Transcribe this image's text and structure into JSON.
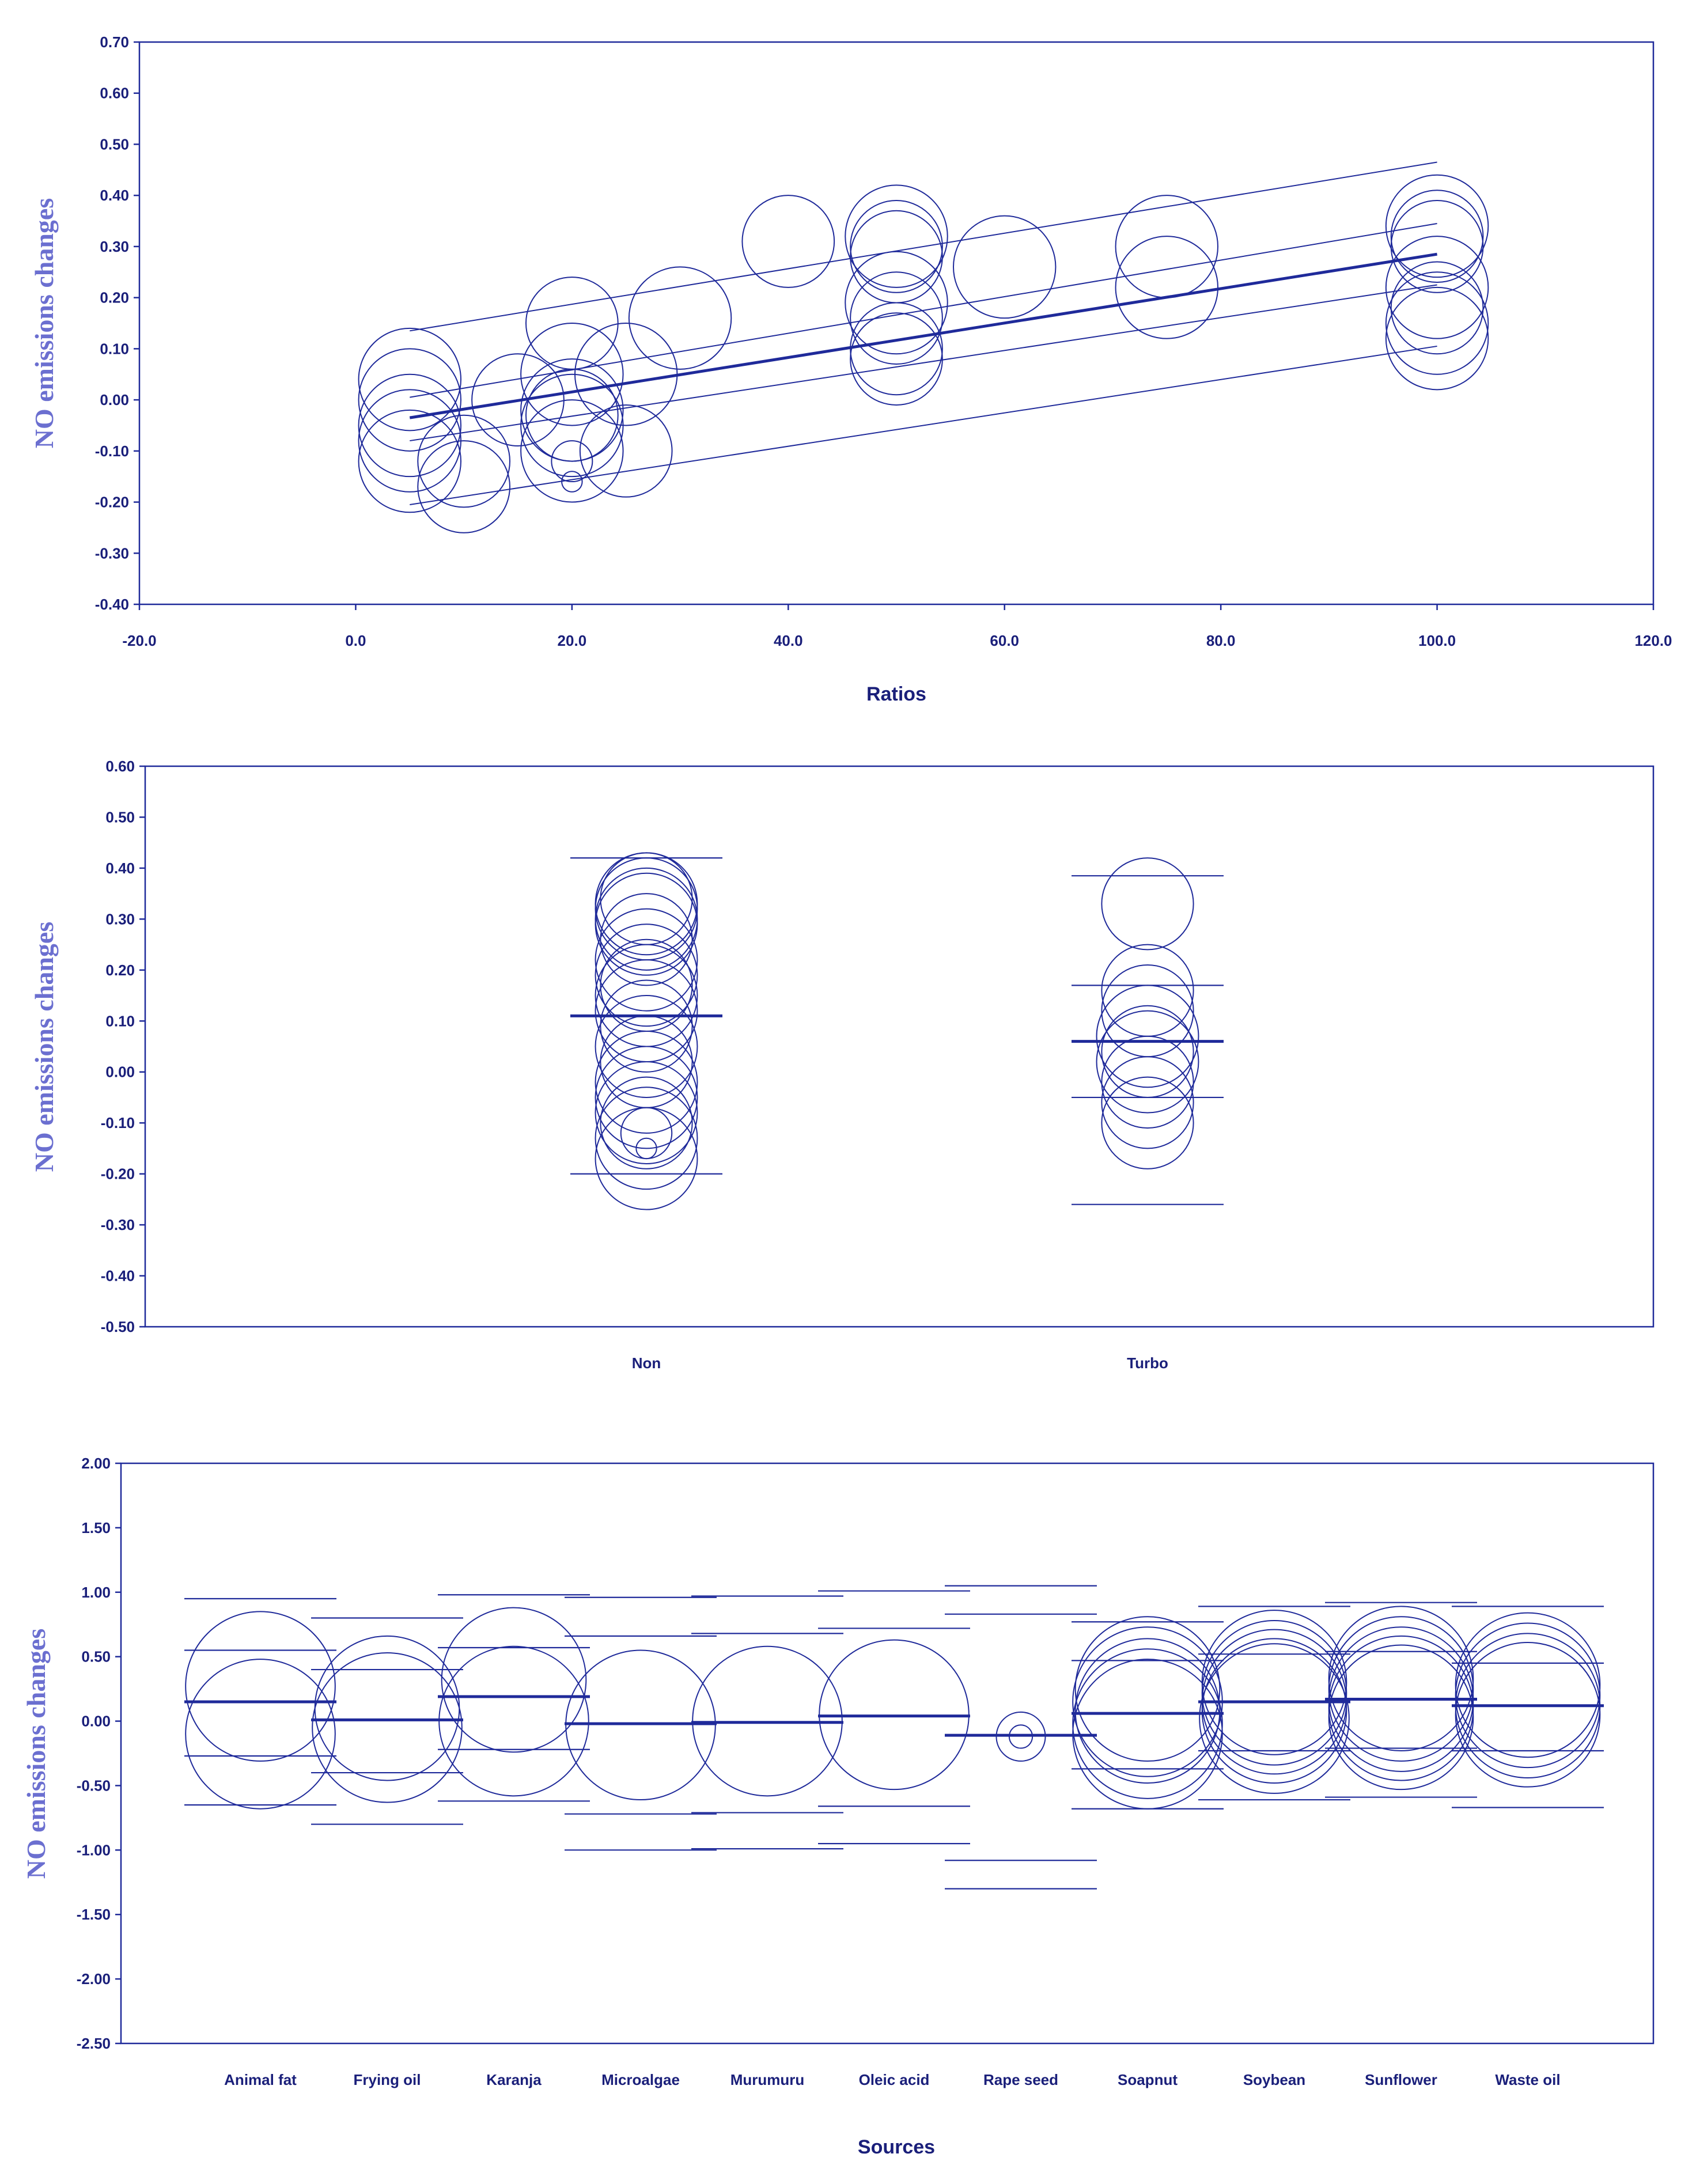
{
  "colors": {
    "stroke": "#1f2a9a",
    "text": "#1a1f7a",
    "ytitle": "#6b6fd0",
    "background": "#ffffff"
  },
  "chart_data": [
    {
      "type": "scatter",
      "ylabel": "NO emissions changes",
      "xlabel": "Ratios",
      "xlim": [
        -20,
        120
      ],
      "ylim": [
        -0.4,
        0.7
      ],
      "x_ticks": [
        "-20.0",
        "0.0",
        "20.0",
        "40.0",
        "60.0",
        "80.0",
        "100.0",
        "120.0"
      ],
      "y_ticks": [
        "0.70",
        "0.60",
        "0.50",
        "0.40",
        "0.30",
        "0.20",
        "0.10",
        "0.00",
        "-0.10",
        "-0.20",
        "-0.30",
        "-0.40"
      ],
      "bubbles": [
        {
          "x": 5,
          "y": 0.04,
          "r": 0.1
        },
        {
          "x": 5,
          "y": 0.0,
          "r": 0.1
        },
        {
          "x": 5,
          "y": -0.05,
          "r": 0.1
        },
        {
          "x": 5,
          "y": -0.08,
          "r": 0.1
        },
        {
          "x": 5,
          "y": -0.12,
          "r": 0.1
        },
        {
          "x": 10,
          "y": -0.17,
          "r": 0.09
        },
        {
          "x": 10,
          "y": -0.12,
          "r": 0.09
        },
        {
          "x": 15,
          "y": 0.0,
          "r": 0.09
        },
        {
          "x": 20,
          "y": 0.15,
          "r": 0.09
        },
        {
          "x": 20,
          "y": 0.05,
          "r": 0.1
        },
        {
          "x": 20,
          "y": -0.02,
          "r": 0.1
        },
        {
          "x": 20,
          "y": -0.03,
          "r": 0.09
        },
        {
          "x": 20,
          "y": -0.05,
          "r": 0.1
        },
        {
          "x": 20,
          "y": -0.1,
          "r": 0.1
        },
        {
          "x": 20,
          "y": -0.12,
          "r": 0.04
        },
        {
          "x": 20,
          "y": -0.16,
          "r": 0.02
        },
        {
          "x": 25,
          "y": 0.05,
          "r": 0.1
        },
        {
          "x": 25,
          "y": -0.1,
          "r": 0.09
        },
        {
          "x": 30,
          "y": 0.16,
          "r": 0.1
        },
        {
          "x": 40,
          "y": 0.31,
          "r": 0.09
        },
        {
          "x": 50,
          "y": 0.32,
          "r": 0.1
        },
        {
          "x": 50,
          "y": 0.3,
          "r": 0.09
        },
        {
          "x": 50,
          "y": 0.28,
          "r": 0.09
        },
        {
          "x": 50,
          "y": 0.19,
          "r": 0.1
        },
        {
          "x": 50,
          "y": 0.16,
          "r": 0.09
        },
        {
          "x": 50,
          "y": 0.1,
          "r": 0.09
        },
        {
          "x": 50,
          "y": 0.08,
          "r": 0.09
        },
        {
          "x": 60,
          "y": 0.26,
          "r": 0.1
        },
        {
          "x": 75,
          "y": 0.3,
          "r": 0.1
        },
        {
          "x": 75,
          "y": 0.22,
          "r": 0.1
        },
        {
          "x": 100,
          "y": 0.34,
          "r": 0.1
        },
        {
          "x": 100,
          "y": 0.32,
          "r": 0.09
        },
        {
          "x": 100,
          "y": 0.3,
          "r": 0.09
        },
        {
          "x": 100,
          "y": 0.22,
          "r": 0.1
        },
        {
          "x": 100,
          "y": 0.18,
          "r": 0.09
        },
        {
          "x": 100,
          "y": 0.15,
          "r": 0.1
        },
        {
          "x": 100,
          "y": 0.12,
          "r": 0.1
        }
      ],
      "lines": [
        {
          "name": "fit",
          "x": [
            5,
            100
          ],
          "y": [
            -0.035,
            0.285
          ],
          "bold": true
        },
        {
          "x": [
            5,
            100
          ],
          "y": [
            0.135,
            0.465
          ],
          "bold": false
        },
        {
          "x": [
            5,
            100
          ],
          "y": [
            -0.205,
            0.105
          ],
          "bold": false
        },
        {
          "x": [
            5,
            100
          ],
          "y": [
            0.005,
            0.345
          ],
          "bold": false
        },
        {
          "x": [
            5,
            100
          ],
          "y": [
            -0.08,
            0.225
          ],
          "bold": false
        }
      ]
    },
    {
      "type": "scatter",
      "ylabel": "NO emissions changes",
      "xlabel": "",
      "ylim": [
        -0.5,
        0.6
      ],
      "categories": [
        "Non",
        "Turbo"
      ],
      "y_ticks": [
        "0.60",
        "0.50",
        "0.40",
        "0.30",
        "0.20",
        "0.10",
        "0.00",
        "-0.10",
        "-0.20",
        "-0.30",
        "-0.40",
        "-0.50"
      ],
      "bubbles": [
        {
          "cat": 0,
          "y": 0.34,
          "r": 0.09
        },
        {
          "cat": 0,
          "y": 0.33,
          "r": 0.1
        },
        {
          "cat": 0,
          "y": 0.32,
          "r": 0.1
        },
        {
          "cat": 0,
          "y": 0.3,
          "r": 0.1
        },
        {
          "cat": 0,
          "y": 0.29,
          "r": 0.1
        },
        {
          "cat": 0,
          "y": 0.26,
          "r": 0.09
        },
        {
          "cat": 0,
          "y": 0.22,
          "r": 0.1
        },
        {
          "cat": 0,
          "y": 0.19,
          "r": 0.1
        },
        {
          "cat": 0,
          "y": 0.17,
          "r": 0.09
        },
        {
          "cat": 0,
          "y": 0.15,
          "r": 0.1
        },
        {
          "cat": 0,
          "y": 0.12,
          "r": 0.1
        },
        {
          "cat": 0,
          "y": 0.09,
          "r": 0.09
        },
        {
          "cat": 0,
          "y": 0.05,
          "r": 0.1
        },
        {
          "cat": 0,
          "y": 0.02,
          "r": 0.09
        },
        {
          "cat": 0,
          "y": -0.02,
          "r": 0.1
        },
        {
          "cat": 0,
          "y": -0.05,
          "r": 0.1
        },
        {
          "cat": 0,
          "y": -0.08,
          "r": 0.1
        },
        {
          "cat": 0,
          "y": -0.1,
          "r": 0.09
        },
        {
          "cat": 0,
          "y": -0.13,
          "r": 0.1
        },
        {
          "cat": 0,
          "y": -0.17,
          "r": 0.1
        },
        {
          "cat": 0,
          "y": -0.12,
          "r": 0.05
        },
        {
          "cat": 0,
          "y": -0.15,
          "r": 0.02
        },
        {
          "cat": 1,
          "y": 0.33,
          "r": 0.09
        },
        {
          "cat": 1,
          "y": 0.16,
          "r": 0.09
        },
        {
          "cat": 1,
          "y": 0.12,
          "r": 0.09
        },
        {
          "cat": 1,
          "y": 0.07,
          "r": 0.1
        },
        {
          "cat": 1,
          "y": 0.04,
          "r": 0.09
        },
        {
          "cat": 1,
          "y": 0.02,
          "r": 0.1
        },
        {
          "cat": 1,
          "y": -0.02,
          "r": 0.09
        },
        {
          "cat": 1,
          "y": -0.06,
          "r": 0.09
        },
        {
          "cat": 1,
          "y": -0.1,
          "r": 0.09
        }
      ],
      "hlines": [
        {
          "cat": 0,
          "y": 0.42,
          "bold": false
        },
        {
          "cat": 0,
          "y": 0.11,
          "bold": true
        },
        {
          "cat": 0,
          "y": -0.2,
          "bold": false
        },
        {
          "cat": 1,
          "y": 0.385,
          "bold": false
        },
        {
          "cat": 1,
          "y": 0.17,
          "bold": false
        },
        {
          "cat": 1,
          "y": 0.06,
          "bold": true
        },
        {
          "cat": 1,
          "y": -0.05,
          "bold": false
        },
        {
          "cat": 1,
          "y": -0.26,
          "bold": false
        }
      ]
    },
    {
      "type": "scatter",
      "ylabel": "NO emissions changes",
      "xlabel": "Sources",
      "ylim": [
        -2.5,
        2.0
      ],
      "categories": [
        "Animal fat",
        "Frying oil",
        "Karanja",
        "Microalgae",
        "Murumuru",
        "Oleic acid",
        "Rape seed",
        "Soapnut",
        "Soybean",
        "Sunflower",
        "Waste oil"
      ],
      "y_ticks": [
        "2.00",
        "1.50",
        "1.00",
        "0.50",
        "0.00",
        "-0.50",
        "-1.00",
        "-1.50",
        "-2.00",
        "-2.50"
      ],
      "bubbles": [
        {
          "cat": 0,
          "y": 0.27,
          "r": 0.58
        },
        {
          "cat": 0,
          "y": -0.1,
          "r": 0.58
        },
        {
          "cat": 1,
          "y": 0.1,
          "r": 0.56
        },
        {
          "cat": 1,
          "y": -0.05,
          "r": 0.58
        },
        {
          "cat": 2,
          "y": 0.32,
          "r": 0.56
        },
        {
          "cat": 2,
          "y": 0.0,
          "r": 0.58
        },
        {
          "cat": 3,
          "y": -0.03,
          "r": 0.58
        },
        {
          "cat": 4,
          "y": 0.0,
          "r": 0.58
        },
        {
          "cat": 5,
          "y": 0.05,
          "r": 0.58
        },
        {
          "cat": 6,
          "y": -0.12,
          "r": 0.19
        },
        {
          "cat": 6,
          "y": -0.12,
          "r": 0.09
        },
        {
          "cat": 7,
          "y": 0.25,
          "r": 0.56
        },
        {
          "cat": 7,
          "y": 0.15,
          "r": 0.58
        },
        {
          "cat": 7,
          "y": 0.08,
          "r": 0.56
        },
        {
          "cat": 7,
          "y": -0.02,
          "r": 0.58
        },
        {
          "cat": 7,
          "y": -0.1,
          "r": 0.58
        },
        {
          "cat": 8,
          "y": 0.3,
          "r": 0.56
        },
        {
          "cat": 8,
          "y": 0.22,
          "r": 0.56
        },
        {
          "cat": 8,
          "y": 0.15,
          "r": 0.56
        },
        {
          "cat": 8,
          "y": 0.08,
          "r": 0.56
        },
        {
          "cat": 8,
          "y": 0.02,
          "r": 0.58
        },
        {
          "cat": 9,
          "y": 0.33,
          "r": 0.56
        },
        {
          "cat": 9,
          "y": 0.25,
          "r": 0.56
        },
        {
          "cat": 9,
          "y": 0.17,
          "r": 0.56
        },
        {
          "cat": 9,
          "y": 0.1,
          "r": 0.56
        },
        {
          "cat": 9,
          "y": 0.03,
          "r": 0.56
        },
        {
          "cat": 10,
          "y": 0.28,
          "r": 0.56
        },
        {
          "cat": 10,
          "y": 0.2,
          "r": 0.56
        },
        {
          "cat": 10,
          "y": 0.12,
          "r": 0.56
        },
        {
          "cat": 10,
          "y": 0.05,
          "r": 0.56
        }
      ],
      "hlines": [
        {
          "cat": 0,
          "y": 0.95
        },
        {
          "cat": 0,
          "y": 0.55
        },
        {
          "cat": 0,
          "y": 0.15,
          "bold": true
        },
        {
          "cat": 0,
          "y": -0.27
        },
        {
          "cat": 0,
          "y": -0.65
        },
        {
          "cat": 1,
          "y": 0.8
        },
        {
          "cat": 1,
          "y": 0.4
        },
        {
          "cat": 1,
          "y": 0.01,
          "bold": true
        },
        {
          "cat": 1,
          "y": -0.4
        },
        {
          "cat": 1,
          "y": -0.8
        },
        {
          "cat": 2,
          "y": 0.98
        },
        {
          "cat": 2,
          "y": 0.57
        },
        {
          "cat": 2,
          "y": 0.19,
          "bold": true
        },
        {
          "cat": 2,
          "y": -0.22
        },
        {
          "cat": 2,
          "y": -0.62
        },
        {
          "cat": 3,
          "y": 0.96
        },
        {
          "cat": 3,
          "y": 0.66
        },
        {
          "cat": 3,
          "y": -0.02,
          "bold": true
        },
        {
          "cat": 3,
          "y": -0.72
        },
        {
          "cat": 3,
          "y": -1.0
        },
        {
          "cat": 4,
          "y": 0.97
        },
        {
          "cat": 4,
          "y": 0.68
        },
        {
          "cat": 4,
          "y": -0.01,
          "bold": true
        },
        {
          "cat": 4,
          "y": -0.71
        },
        {
          "cat": 4,
          "y": -0.99
        },
        {
          "cat": 5,
          "y": 1.01
        },
        {
          "cat": 5,
          "y": 0.72
        },
        {
          "cat": 5,
          "y": 0.04,
          "bold": true
        },
        {
          "cat": 5,
          "y": -0.66
        },
        {
          "cat": 5,
          "y": -0.95
        },
        {
          "cat": 6,
          "y": 1.05
        },
        {
          "cat": 6,
          "y": 0.83
        },
        {
          "cat": 6,
          "y": -0.11,
          "bold": true
        },
        {
          "cat": 6,
          "y": -1.08
        },
        {
          "cat": 6,
          "y": -1.3
        },
        {
          "cat": 7,
          "y": 0.77
        },
        {
          "cat": 7,
          "y": 0.47
        },
        {
          "cat": 7,
          "y": 0.06,
          "bold": true
        },
        {
          "cat": 7,
          "y": -0.37
        },
        {
          "cat": 7,
          "y": -0.68
        },
        {
          "cat": 8,
          "y": 0.89
        },
        {
          "cat": 8,
          "y": 0.52
        },
        {
          "cat": 8,
          "y": 0.15,
          "bold": true
        },
        {
          "cat": 8,
          "y": -0.23
        },
        {
          "cat": 8,
          "y": -0.61
        },
        {
          "cat": 9,
          "y": 0.92
        },
        {
          "cat": 9,
          "y": 0.54
        },
        {
          "cat": 9,
          "y": 0.17,
          "bold": true
        },
        {
          "cat": 9,
          "y": -0.21
        },
        {
          "cat": 9,
          "y": -0.59
        },
        {
          "cat": 10,
          "y": 0.89
        },
        {
          "cat": 10,
          "y": 0.45
        },
        {
          "cat": 10,
          "y": 0.12,
          "bold": true
        },
        {
          "cat": 10,
          "y": -0.23
        },
        {
          "cat": 10,
          "y": -0.67
        }
      ]
    }
  ]
}
